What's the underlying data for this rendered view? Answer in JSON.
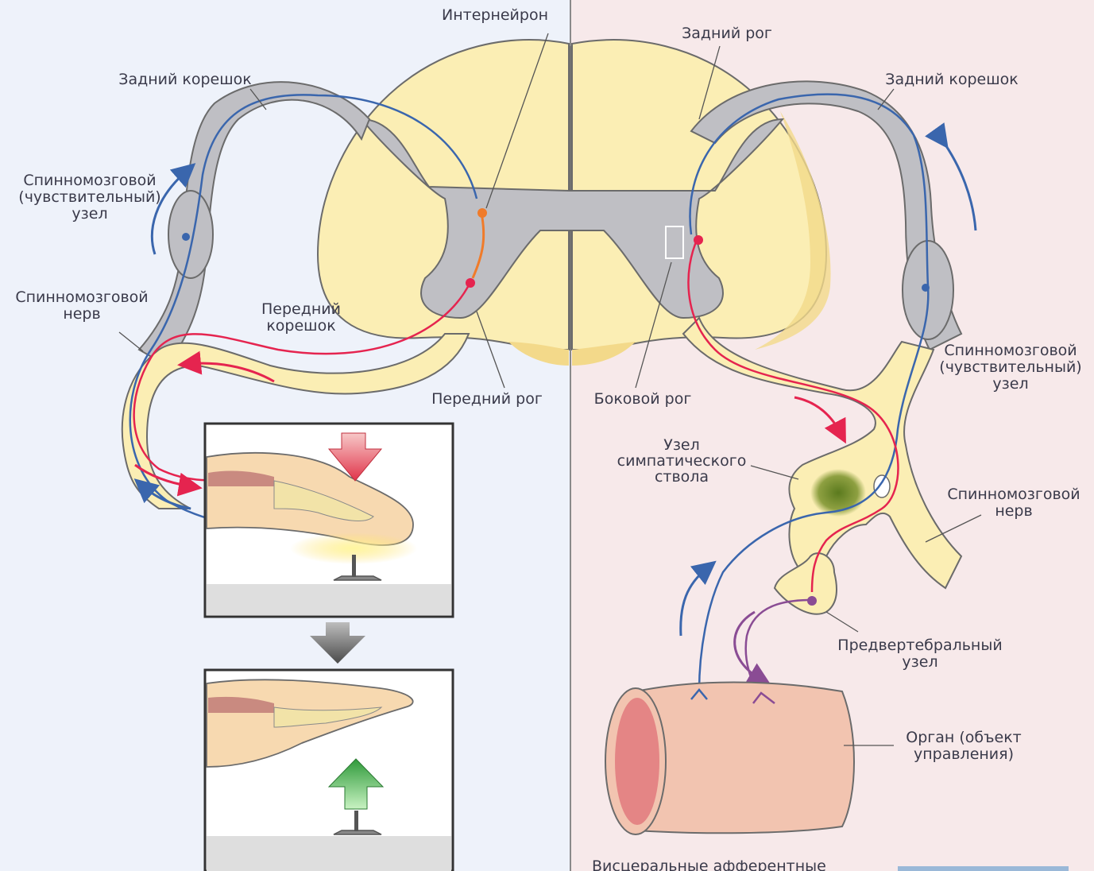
{
  "labels": {
    "interneuron": "Интернейрон",
    "posterior_horn": "Задний рог",
    "posterior_root_left": "Задний корешок",
    "posterior_root_right": "Задний корешок",
    "spinal_ganglion_left": [
      "Спинномозговой",
      "(чувствительный)",
      "узел"
    ],
    "spinal_nerve_left": [
      "Спинномозговой",
      "нерв"
    ],
    "anterior_root": [
      "Передний",
      "корешок"
    ],
    "anterior_horn": "Передний рог",
    "lateral_horn": "Боковой рог",
    "spinal_ganglion_right": [
      "Спинномозговой",
      "(чувствительный)",
      "узел"
    ],
    "sympathetic_trunk_ganglion": [
      "Узел",
      "симпатического",
      "ствола"
    ],
    "spinal_nerve_right": [
      "Спинномозговой",
      "нерв"
    ],
    "prevertebral_ganglion": [
      "Предвертебральный",
      "узел"
    ],
    "organ": [
      "Орган (объект",
      "управления)"
    ],
    "visceral_afferent": "Висцеральные афферентные"
  },
  "colors": {
    "left_panel_bg": "#eef2fa",
    "right_panel_bg": "#f7e9ea",
    "white_matter": "#fbeeb4",
    "gray_matter": "#bfbfc4",
    "sensory_fiber": "#3a66ad",
    "motor_fiber": "#e5244f",
    "interneuron_fiber": "#f07b2a",
    "postganglionic_fiber": "#8a4c94",
    "organ": "#f2c4b0",
    "ganglion_green": "#5b7a1e"
  },
  "icons": [
    "down-arrow-red-icon",
    "down-arrow-gray-icon",
    "up-arrow-green-icon",
    "flame-icon"
  ]
}
